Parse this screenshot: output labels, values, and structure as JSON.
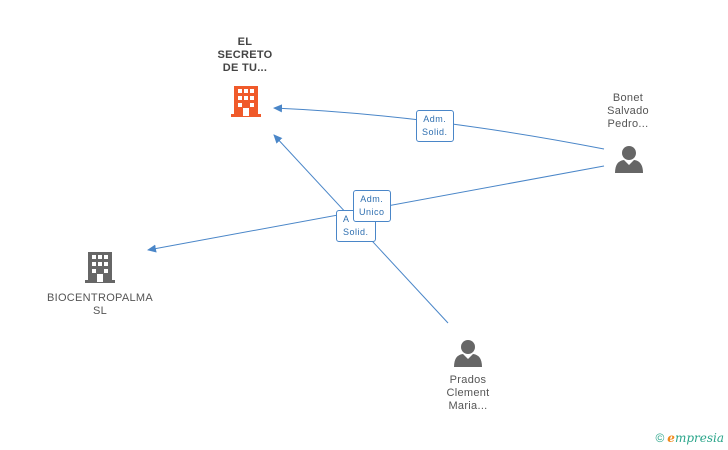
{
  "nodes": {
    "secreto": {
      "lines": [
        "EL",
        "SECRETO",
        "DE TU..."
      ],
      "color": "#f05a2a",
      "icon": "building-icon"
    },
    "biocentro": {
      "lines": [
        "BIOCENTROPALMA",
        "SL"
      ],
      "color": "#666666",
      "icon": "building-icon"
    },
    "bonet": {
      "lines": [
        "Bonet",
        "Salvado",
        "Pedro..."
      ],
      "color": "#666666",
      "icon": "person-icon"
    },
    "prados": {
      "lines": [
        "Prados",
        "Clement",
        "Maria..."
      ],
      "color": "#666666",
      "icon": "person-icon"
    }
  },
  "edge_labels": {
    "bonet_secreto": [
      "Adm.",
      "Solid."
    ],
    "prados_secreto_a": [
      "A"
    ],
    "prados_secreto_b": [
      "Solid."
    ],
    "bonet_biocentro": [
      "Adm.",
      "Unico"
    ]
  },
  "colors": {
    "edge": "#4a86c8"
  },
  "watermark": {
    "copyright": "©",
    "brand_e": "e",
    "brand_rest": "mpresia"
  }
}
